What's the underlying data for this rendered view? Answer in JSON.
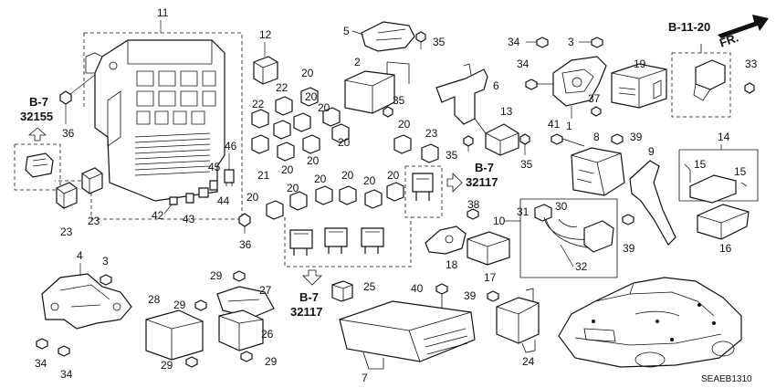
{
  "callouts": {
    "c11": "11",
    "c12": "12",
    "c5": "5",
    "c35a": "35",
    "c35b": "35",
    "c35c": "35",
    "c35d": "35",
    "c34a": "34",
    "c34b": "34",
    "c34c": "34",
    "c34d": "34",
    "c3a": "3",
    "c3b": "3",
    "c2": "2",
    "c6": "6",
    "c19": "19",
    "c33": "33",
    "c13": "13",
    "c22a": "22",
    "c22b": "22",
    "c20a": "20",
    "c20b": "20",
    "c20c": "20",
    "c20d": "20",
    "c20e": "20",
    "c20f": "20",
    "c20g": "20",
    "c20h": "20",
    "c20i": "20",
    "c20j": "20",
    "c20k": "20",
    "c20l": "20",
    "c20m": "20",
    "c21": "21",
    "c36a": "36",
    "c36b": "36",
    "c46": "46",
    "c45": "45",
    "c44": "44",
    "c43": "43",
    "c42": "42",
    "c23a": "23",
    "c23b": "23",
    "c23c": "23",
    "c37": "37",
    "c1": "1",
    "c41": "41",
    "c8": "8",
    "c39a": "39",
    "c39b": "39",
    "c39c": "39",
    "c9": "9",
    "c14": "14",
    "c15a": "15",
    "c15b": "15",
    "c16": "16",
    "c38": "38",
    "c10": "10",
    "c31": "31",
    "c30": "30",
    "c32": "32",
    "c18": "18",
    "c17": "17",
    "c4": "4",
    "c29a": "29",
    "c29b": "29",
    "c29c": "29",
    "c29d": "29",
    "c28": "28",
    "c27": "27",
    "c26": "26",
    "c25": "25",
    "c40": "40",
    "c7": "7",
    "c24": "24"
  },
  "refs": {
    "b7_left": "B-7",
    "b7_left_num": "32155",
    "b7_mid": "B-7",
    "b7_mid_num": "32117",
    "b7_bottom": "B-7",
    "b7_bottom_num": "32117",
    "b1120": "B-11-20",
    "fr": "FR."
  },
  "diagram_code": "SEAEB1310"
}
